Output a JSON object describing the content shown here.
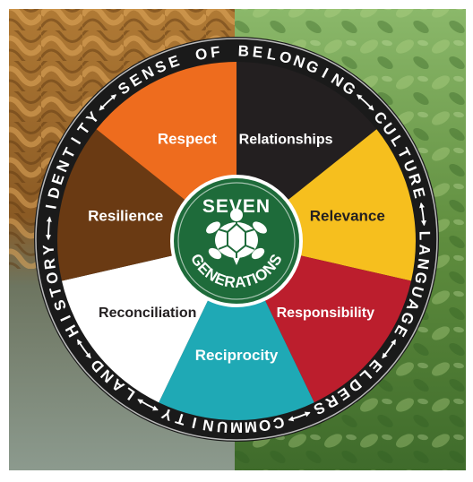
{
  "center": {
    "line1": "SEVEN",
    "line2": "GENERATIONS",
    "emblem": "turtle-icon",
    "fill": "#1e6b3a"
  },
  "segments": [
    {
      "id": "relationships",
      "label": "Relationships",
      "fill": "#231f20",
      "text_color": "#ffffff"
    },
    {
      "id": "relevance",
      "label": "Relevance",
      "fill": "#f6bf1e",
      "text_color": "#231f20"
    },
    {
      "id": "responsibility",
      "label": "Responsibility",
      "fill": "#bc1e2d",
      "text_color": "#ffffff"
    },
    {
      "id": "reciprocity",
      "label": "Reciprocity",
      "fill": "#1fa9b5",
      "text_color": "#ffffff"
    },
    {
      "id": "reconciliation",
      "label": "Reconciliation",
      "fill": "#ffffff",
      "text_color": "#231f20"
    },
    {
      "id": "resilience",
      "label": "Resilience",
      "fill": "#6a3a13",
      "text_color": "#ffffff"
    },
    {
      "id": "respect",
      "label": "Respect",
      "fill": "#ee6c1e",
      "text_color": "#ffffff"
    }
  ],
  "ring_words": [
    {
      "id": "sense-of-belonging",
      "text": "SENSE OF BELONGING"
    },
    {
      "id": "culture",
      "text": "CULTURE"
    },
    {
      "id": "language",
      "text": "LANGUAGE"
    },
    {
      "id": "elders",
      "text": "ELDERS"
    },
    {
      "id": "community",
      "text": "COMMUNITY"
    },
    {
      "id": "land",
      "text": "LAND"
    },
    {
      "id": "history",
      "text": "HISTORY"
    },
    {
      "id": "identity",
      "text": "IDENTITY"
    }
  ],
  "ring_color": "#1a1a1a",
  "ring_text_color": "#ffffff",
  "background": {
    "left_texture": "braided-sweetgrass",
    "right_texture": "green-foliage",
    "left_color": "#9a6a2c",
    "right_color": "#6f9a4c"
  }
}
